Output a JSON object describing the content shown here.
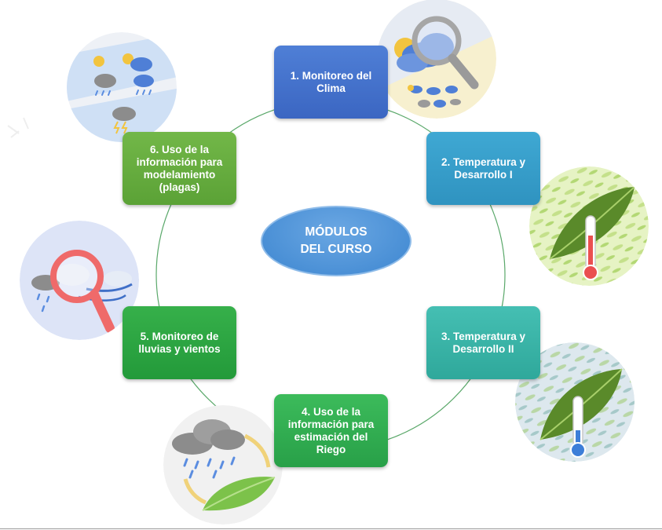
{
  "center": {
    "label": "MÓDULOS\nDEL CURSO"
  },
  "modules": [
    {
      "label": "1. Monitoreo del\nClima"
    },
    {
      "label": "2. Temperatura y\nDesarrollo I"
    },
    {
      "label": "3. Temperatura y\nDesarrollo II"
    },
    {
      "label": "4. Uso de la\ninformación para\nestimación del\nRiego"
    },
    {
      "label": "5. Monitoreo de\nlluvias y vientos"
    },
    {
      "label": "6. Uso de la\ninformación para\nmodelamiento\n(plagas)"
    }
  ],
  "icons": [
    "weather-magnifier-icon",
    "leaf-thermometer-warm-icon",
    "leaf-thermometer-cold-icon",
    "rain-leaf-cycle-icon",
    "rain-wind-magnifier-icon",
    "weather-conditions-icon"
  ],
  "colors": {
    "module1": "#4472c4",
    "module2": "#35a0cc",
    "module3": "#3cb4a7",
    "module4": "#33b152",
    "module5": "#2ea643",
    "module6": "#68ad40",
    "center": "#5b9bd5",
    "ring": "#5aa86a"
  }
}
